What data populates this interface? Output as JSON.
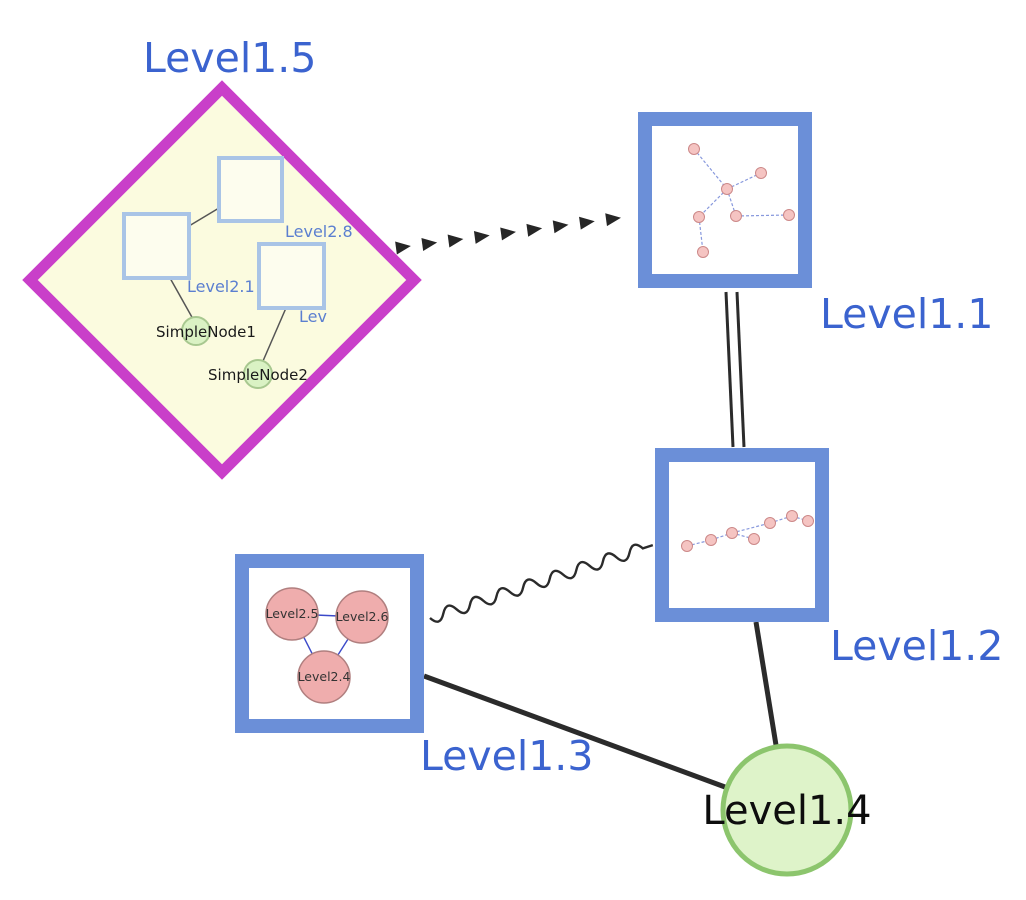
{
  "diagram": {
    "level15": {
      "label": "Level1.5",
      "shape": "diamond",
      "children": {
        "square_top": "Level2.8",
        "square_left": "Level2.1",
        "square_right": "Lev",
        "green1": "SimpleNode1",
        "green2": "SimpleNode2"
      }
    },
    "level11": {
      "label": "Level1.1",
      "shape": "square-group"
    },
    "level12": {
      "label": "Level1.2",
      "shape": "square-group"
    },
    "level13": {
      "label": "Level1.3",
      "shape": "square-group",
      "children": {
        "pink_left": "Level2.5",
        "pink_right": "Level2.6",
        "pink_bottom": "Level2.4"
      }
    },
    "level14": {
      "label": "Level1.4",
      "shape": "circle"
    },
    "edges": {
      "level15_to_level11": "dashed-arrow-chain",
      "level11_to_level12": "double-line",
      "level13_to_level12": "wavy-line",
      "level13_to_level14": "solid-line",
      "level12_to_level14": "solid-line"
    },
    "colors": {
      "label_blue": "#3b63cf",
      "diamond_border": "#c93fc9",
      "diamond_fill": "#fbfbdf",
      "box_border": "#6b8fd8",
      "inner_square_border": "#a9c4e6",
      "green_fill": "#def3c9",
      "green_border": "#8cc56d",
      "pink_fill": "#efadad",
      "mini_node_fill": "#f5c4c2",
      "edge_black": "#2b2b2b",
      "mini_edge_blue": "#8899dd"
    }
  }
}
